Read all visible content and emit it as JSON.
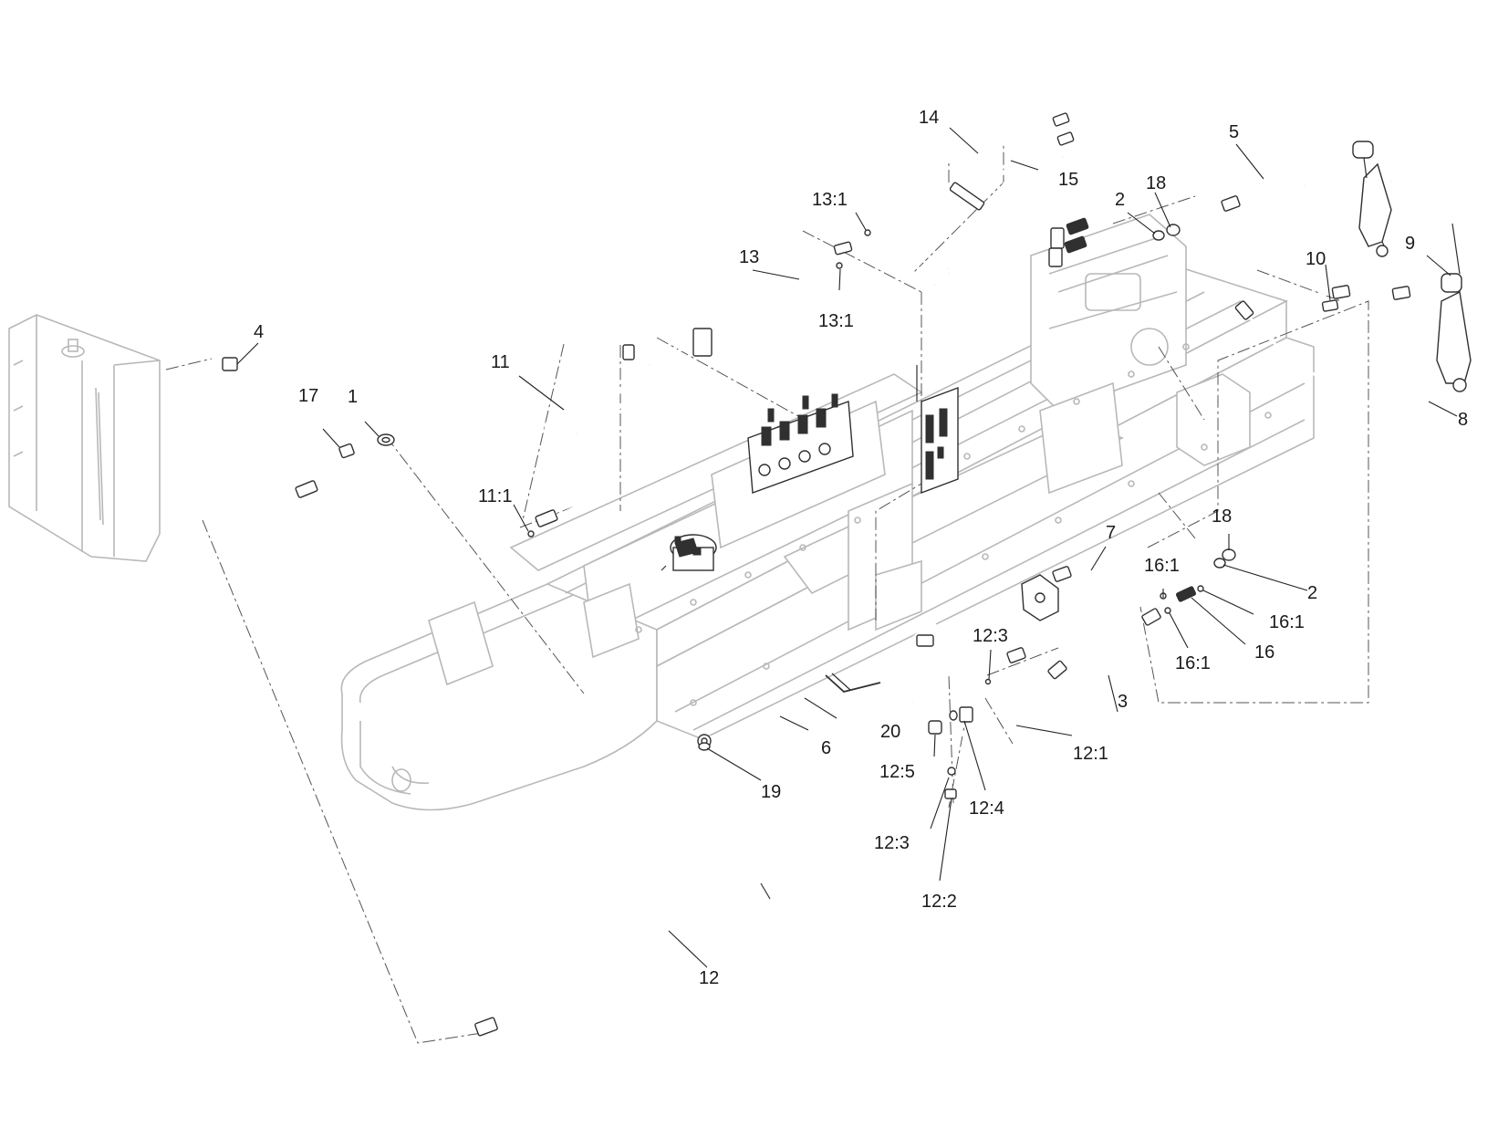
{
  "callouts": [
    {
      "id": "1",
      "text": "1"
    },
    {
      "id": "2a",
      "text": "2"
    },
    {
      "id": "2b",
      "text": "2"
    },
    {
      "id": "3",
      "text": "3"
    },
    {
      "id": "4",
      "text": "4"
    },
    {
      "id": "5",
      "text": "5"
    },
    {
      "id": "6",
      "text": "6"
    },
    {
      "id": "7",
      "text": "7"
    },
    {
      "id": "8",
      "text": "8"
    },
    {
      "id": "9",
      "text": "9"
    },
    {
      "id": "10",
      "text": "10"
    },
    {
      "id": "11",
      "text": "11"
    },
    {
      "id": "11_1",
      "text": "11:1"
    },
    {
      "id": "12",
      "text": "12"
    },
    {
      "id": "12_1",
      "text": "12:1"
    },
    {
      "id": "12_2",
      "text": "12:2"
    },
    {
      "id": "12_3a",
      "text": "12:3"
    },
    {
      "id": "12_3b",
      "text": "12:3"
    },
    {
      "id": "12_4",
      "text": "12:4"
    },
    {
      "id": "12_5",
      "text": "12:5"
    },
    {
      "id": "13",
      "text": "13"
    },
    {
      "id": "13_1a",
      "text": "13:1"
    },
    {
      "id": "13_1b",
      "text": "13:1"
    },
    {
      "id": "14",
      "text": "14"
    },
    {
      "id": "15",
      "text": "15"
    },
    {
      "id": "16",
      "text": "16"
    },
    {
      "id": "16_1a",
      "text": "16:1"
    },
    {
      "id": "16_1b",
      "text": "16:1"
    },
    {
      "id": "16_1c",
      "text": "16:1"
    },
    {
      "id": "17",
      "text": "17"
    },
    {
      "id": "18a",
      "text": "18"
    },
    {
      "id": "18b",
      "text": "18"
    },
    {
      "id": "19",
      "text": "19"
    },
    {
      "id": "20",
      "text": "20"
    }
  ]
}
